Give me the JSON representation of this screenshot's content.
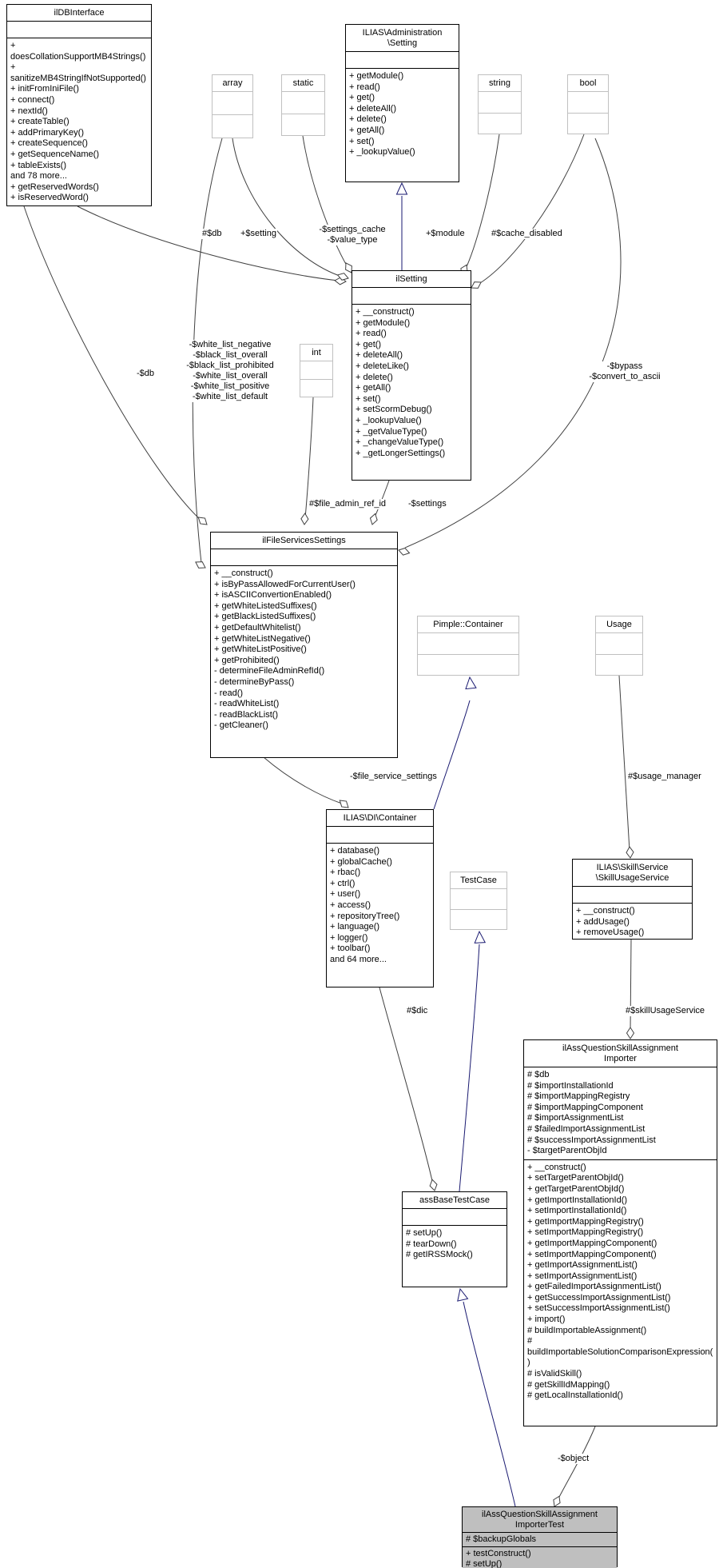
{
  "colors": {
    "inheritance_edge": "#191970",
    "aggregation_edge": "#404040",
    "class_border": "#000000",
    "external_border": "#c0c0c0",
    "highlight_fill": "#bfbfbf"
  },
  "classes": {
    "ildbinterface": {
      "title": "ilDBInterface",
      "attributes": [],
      "methods": [
        "+ doesCollationSupportMB4Strings()",
        "+ sanitizeMB4StringIfNotSupported()",
        "+ initFromIniFile()",
        "+ connect()",
        "+ nextId()",
        "+ createTable()",
        "+ addPrimaryKey()",
        "+ createSequence()",
        "+ getSequenceName()",
        "+ tableExists()",
        "and 78 more...",
        "+ getReservedWords()",
        "+ isReservedWord()"
      ]
    },
    "admin_setting": {
      "title": [
        "ILIAS\\Administration",
        "\\Setting"
      ],
      "attributes": [],
      "methods": [
        "+ getModule()",
        "+ read()",
        "+ get()",
        "+ deleteAll()",
        "+ delete()",
        "+ getAll()",
        "+ set()",
        "+ _lookupValue()"
      ]
    },
    "ilsetting": {
      "title": "ilSetting",
      "attributes": [],
      "methods": [
        "+ __construct()",
        "+ getModule()",
        "+ read()",
        "+ get()",
        "+ deleteAll()",
        "+ deleteLike()",
        "+ delete()",
        "+ getAll()",
        "+ set()",
        "+ setScormDebug()",
        "+ _lookupValue()",
        "+ _getValueType()",
        "+ _changeValueType()",
        "+ _getLongerSettings()"
      ]
    },
    "file_services": {
      "title": "ilFileServicesSettings",
      "attributes": [],
      "methods": [
        "+ __construct()",
        "+ isByPassAllowedForCurrentUser()",
        "+ isASCIIConvertionEnabled()",
        "+ getWhiteListedSuffixes()",
        "+ getBlackListedSuffixes()",
        "+ getDefaultWhitelist()",
        "+ getWhiteListNegative()",
        "+ getWhiteListPositive()",
        "+ getProhibited()",
        "- determineFileAdminRefId()",
        "- determineByPass()",
        "- read()",
        "- readWhiteList()",
        "- readBlackList()",
        "- getCleaner()"
      ]
    },
    "di_container": {
      "title": "ILIAS\\DI\\Container",
      "attributes": [],
      "methods": [
        "+ database()",
        "+ globalCache()",
        "+ rbac()",
        "+ ctrl()",
        "+ user()",
        "+ access()",
        "+ repositoryTree()",
        "+ language()",
        "+ logger()",
        "+ toolbar()",
        "and 64 more..."
      ]
    },
    "skill_usage": {
      "title": [
        "ILIAS\\Skill\\Service",
        "\\SkillUsageService"
      ],
      "attributes": [],
      "methods": [
        "+ __construct()",
        "+ addUsage()",
        "+ removeUsage()"
      ]
    },
    "importer": {
      "title": [
        "ilAssQuestionSkillAssignment",
        "Importer"
      ],
      "attributes": [
        "# $db",
        "# $importInstallationId",
        "# $importMappingRegistry",
        "# $importMappingComponent",
        "# $importAssignmentList",
        "# $failedImportAssignmentList",
        "# $successImportAssignmentList",
        "- $targetParentObjId"
      ],
      "methods": [
        "+ __construct()",
        "+ setTargetParentObjId()",
        "+ getTargetParentObjId()",
        "+ getImportInstallationId()",
        "+ setImportInstallationId()",
        "+ getImportMappingRegistry()",
        "+ setImportMappingRegistry()",
        "+ getImportMappingComponent()",
        "+ setImportMappingComponent()",
        "+ getImportAssignmentList()",
        "+ setImportAssignmentList()",
        "+ getFailedImportAssignmentList()",
        "+ getSuccessImportAssignmentList()",
        "+ setSuccessImportAssignmentList()",
        "+ import()",
        "# buildImportableAssignment()",
        "# buildImportableSolutionComparisonExpression()",
        "# isValidSkill()",
        "# getSkillIdMapping()",
        "# getLocalInstallationId()"
      ]
    },
    "ass_base": {
      "title": "assBaseTestCase",
      "attributes": [],
      "methods": [
        "# setUp()",
        "# tearDown()",
        "# getIRSSMock()"
      ]
    },
    "importer_test": {
      "title": [
        "ilAssQuestionSkillAssignment",
        "ImporterTest"
      ],
      "attributes": [
        "# $backupGlobals"
      ],
      "methods": [
        "+ testConstruct()",
        "# setUp()"
      ]
    }
  },
  "externals": {
    "array": {
      "label": "array"
    },
    "static": {
      "label": "static"
    },
    "string": {
      "label": "string"
    },
    "bool": {
      "label": "bool"
    },
    "int": {
      "label": "int"
    },
    "pimple": {
      "label": "Pimple::Container"
    },
    "usage": {
      "label": "Usage"
    },
    "testcase": {
      "label": "TestCase"
    }
  },
  "edge_labels": {
    "db1": {
      "text": "#$db"
    },
    "setting": {
      "text": "+$setting"
    },
    "settings_cache": {
      "text": "-$settings_cache\n-$value_type"
    },
    "module": {
      "text": "+$module"
    },
    "cache_disabled": {
      "text": "#$cache_disabled"
    },
    "db2": {
      "text": "-$db"
    },
    "white_lists": {
      "text": "-$white_list_negative\n-$black_list_overall\n-$black_list_prohibited\n-$white_list_overall\n-$white_list_positive\n-$white_list_default"
    },
    "bypass": {
      "text": "-$bypass\n-$convert_to_ascii"
    },
    "file_admin_ref_id": {
      "text": "#$file_admin_ref_id"
    },
    "settings": {
      "text": "-$settings"
    },
    "file_service_settings": {
      "text": "-$file_service_settings"
    },
    "usage_manager": {
      "text": "#$usage_manager"
    },
    "dic": {
      "text": "#$dic"
    },
    "skill_usage_service": {
      "text": "#$skillUsageService"
    },
    "object": {
      "text": "-$object"
    }
  }
}
